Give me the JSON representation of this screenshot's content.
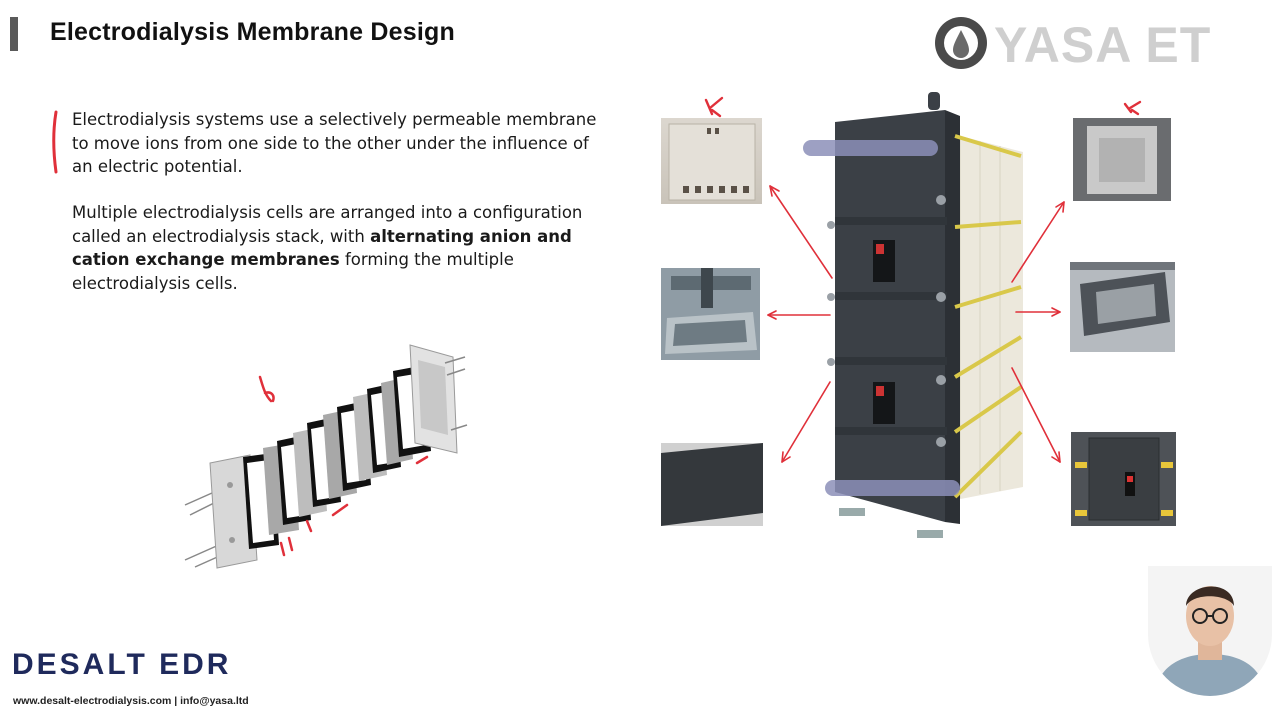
{
  "header": {
    "title": "Electrodialysis Membrane Design",
    "logo_text": "YASA ET"
  },
  "content": {
    "paragraph1": "Electrodialysis systems use a selectively permeable membrane to move ions from one side to the other under the influence of an electric potential.",
    "paragraph2_part1": "Multiple electrodialysis cells are arranged into a configuration called an electrodialysis stack, with ",
    "paragraph2_bold": "alternating anion and cation exchange membranes",
    "paragraph2_part2": " forming the multiple electrodialysis cells."
  },
  "footer": {
    "brand": "DESALT EDR",
    "contact": "www.desalt-electrodialysis.com | info@yasa.ltd"
  },
  "colors": {
    "annotation": "#e0303a",
    "brand": "#1f2a5c",
    "stack_frame": "#3b4046",
    "logo_gray": "#cfcfcf"
  },
  "icons": {
    "logo": "water-drop-icon",
    "presenter": "presenter-video-icon"
  }
}
